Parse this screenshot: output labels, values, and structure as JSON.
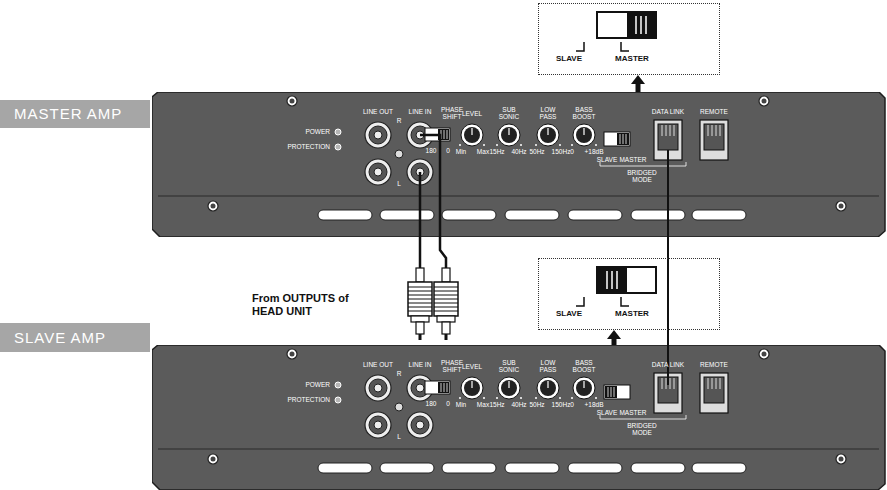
{
  "diagram": {
    "nodes": [
      {
        "text": [
          "SLAVE",
          "MASTER"
        ]
      },
      {
        "text": [
          "MASTER AMP"
        ]
      },
      {
        "text": [
          "POWER",
          "PROTECTION",
          "LINE OUT",
          "LINE IN",
          "R",
          "L",
          "PHASE SHIFT",
          "180",
          "0",
          "LEVEL",
          "Min",
          "Max",
          "SUB SONIC",
          "15Hz",
          "40Hz",
          "LOW PASS",
          "50Hz",
          "150Hz",
          "BASS BOOST",
          "0",
          "+18dB",
          "SLAVE",
          "MASTER",
          "BRIDGED MODE",
          "DATA LINK",
          "REMOTE"
        ]
      },
      {
        "text": [
          "SLAVE",
          "MASTER"
        ]
      },
      {
        "text": [
          "SLAVE AMP"
        ]
      },
      {
        "text": [
          "POWER",
          "PROTECTION",
          "LINE OUT",
          "LINE IN",
          "R",
          "L",
          "PHASE SHIFT",
          "180",
          "0",
          "LEVEL",
          "Min",
          "Max",
          "SUB SONIC",
          "15Hz",
          "40Hz",
          "LOW PASS",
          "50Hz",
          "150Hz",
          "BASS BOOST",
          "0",
          "+18dB",
          "SLAVE",
          "MASTER",
          "BRIDGED MODE",
          "DATA LINK",
          "REMOTE"
        ]
      }
    ],
    "edges": [
      {
        "from": 2,
        "to": 0,
        "arrow": "to"
      },
      {
        "from": 5,
        "to": 3,
        "arrow": "to"
      },
      {
        "from": 2,
        "to": 5,
        "arrow": "none"
      }
    ],
    "labels": [
      "From OUTPUTS of HEAD UNIT"
    ]
  }
}
